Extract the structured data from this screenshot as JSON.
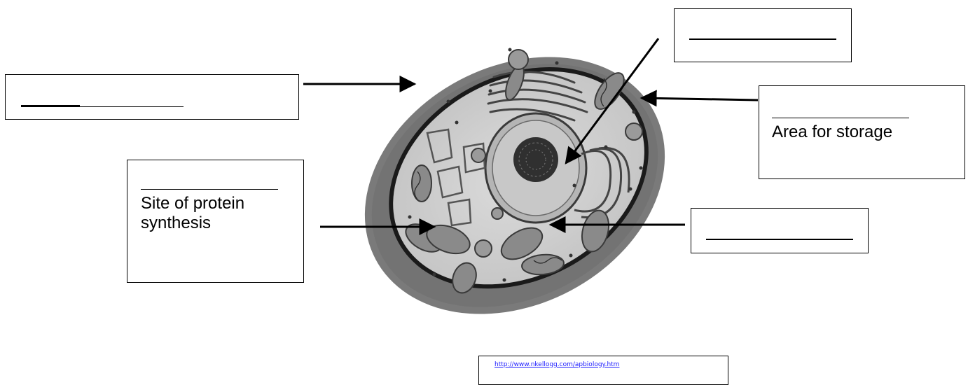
{
  "labels": {
    "site_protein": {
      "text": "Site of protein\nsynthesis"
    },
    "storage": {
      "text": "Area for storage"
    }
  },
  "source": {
    "url": "http://www.nkellogg.com/apbiology.htm"
  },
  "colors": {
    "cell_wall": "#6e6e6e",
    "cytoplasm": "#d2d2d2",
    "membrane": "#1a1a1a",
    "organelle": "#8a8a8a",
    "link": "#1a1aff"
  }
}
